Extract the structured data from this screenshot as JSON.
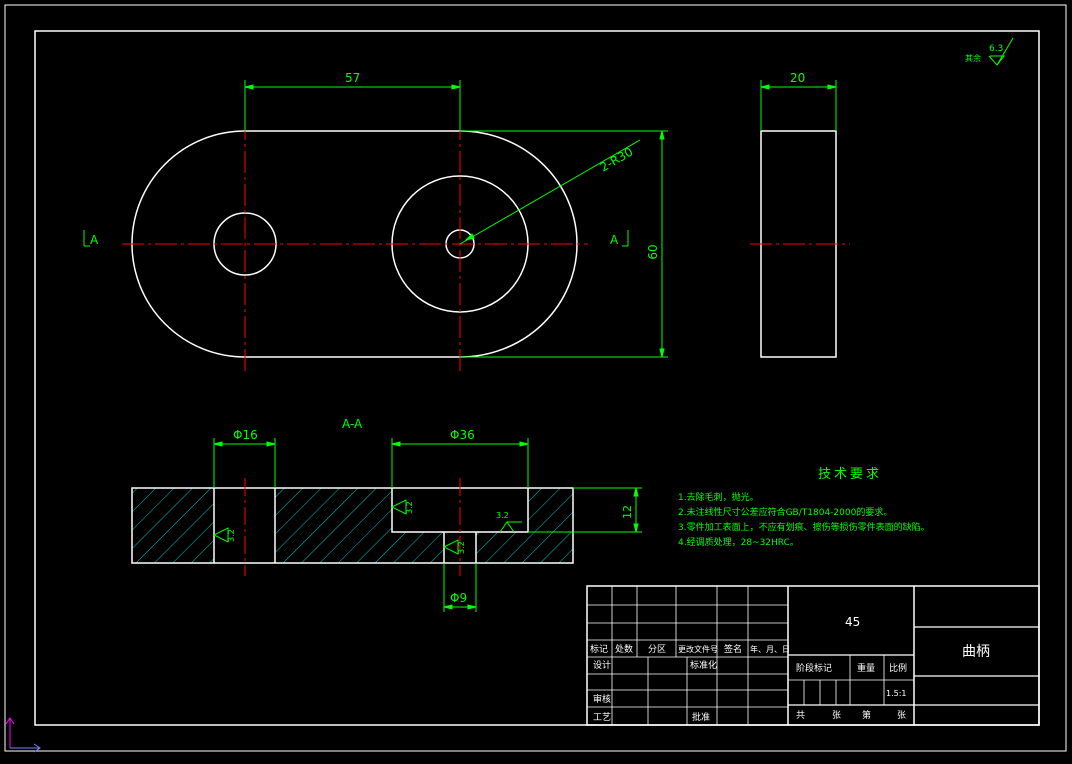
{
  "colors": {
    "background": "#000000",
    "outline": "#ffffff",
    "dimension": "#00ff00",
    "centerline": "#ff0000",
    "hatch": "#00c8c8",
    "ucs_y": "#ff00ff",
    "ucs_x": "#8080ff"
  },
  "icons": [
    "roughness-symbol",
    "section-arrow",
    "ucs-icon"
  ],
  "drawing": {
    "roughness_corner": {
      "value": "6.3",
      "label": "其余"
    },
    "dimensions": {
      "top_center_distance": "57",
      "side_thickness": "20",
      "overall_height": "60",
      "radius_callout": "2-R30",
      "small_hole_dia": "Φ16",
      "large_bore_dia": "Φ36",
      "bottom_hole_dia": "Φ9",
      "section_thickness": "12"
    },
    "section_marks": {
      "left": "A",
      "right": "A",
      "section_title": "A-A"
    },
    "roughness_values": {
      "small_hole": "3.2",
      "bore_bottom": "3.2",
      "bore_wall": "3.2",
      "bottom_hole": "3.2"
    }
  },
  "tech_requirements": {
    "title": "技术要求",
    "items": [
      "1.去除毛刺，抛光。",
      "2.未注线性尺寸公差应符合GB/T1804-2000的要求。",
      "3.零件加工表面上，不应有划痕、擦伤等损伤零件表面的缺陷。",
      "4.经调质处理，28~32HRC。"
    ]
  },
  "title_block": {
    "material": "45",
    "part_name": "曲柄",
    "row_headers": [
      "标记",
      "处数",
      "分区",
      "更改文件号",
      "签名",
      "年、月、日"
    ],
    "design": "设计",
    "standardization": "标准化",
    "review": "审核",
    "process": "工艺",
    "approve": "批准",
    "stage_mark": "阶段标记",
    "weight": "重量",
    "scale_label": "比例",
    "scale_value": "1.5:1",
    "total": "共",
    "sheet_unit_1": "张",
    "sheet_no": "第",
    "sheet_unit_2": "张"
  }
}
